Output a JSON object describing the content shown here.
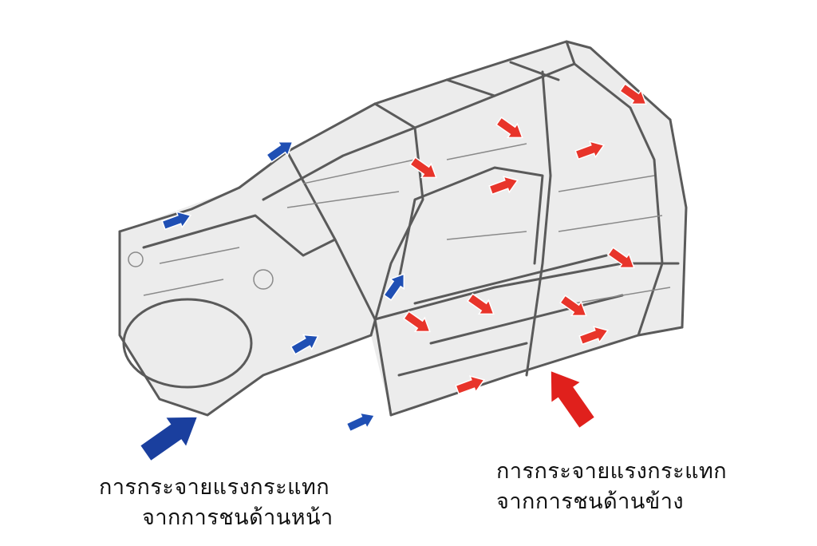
{
  "captions": {
    "front": {
      "line1": "การกระจายแรงกระแทก",
      "line2": "จากการชนด้านหน้า"
    },
    "side": {
      "line1": "การกระจายแรงกระแทก",
      "line2": "จากการชนด้านข้าง"
    }
  },
  "colors": {
    "front_arrow": "#1f4fb4",
    "front_arrow_big": "#1a3f9e",
    "side_arrow": "#e8342a",
    "side_arrow_big": "#e0201c",
    "frame": "#5a5a5a",
    "frame_light": "#d9d9d9"
  },
  "icons": {
    "front_impact": "arrow-large-blue-icon",
    "side_impact": "arrow-large-red-icon"
  }
}
